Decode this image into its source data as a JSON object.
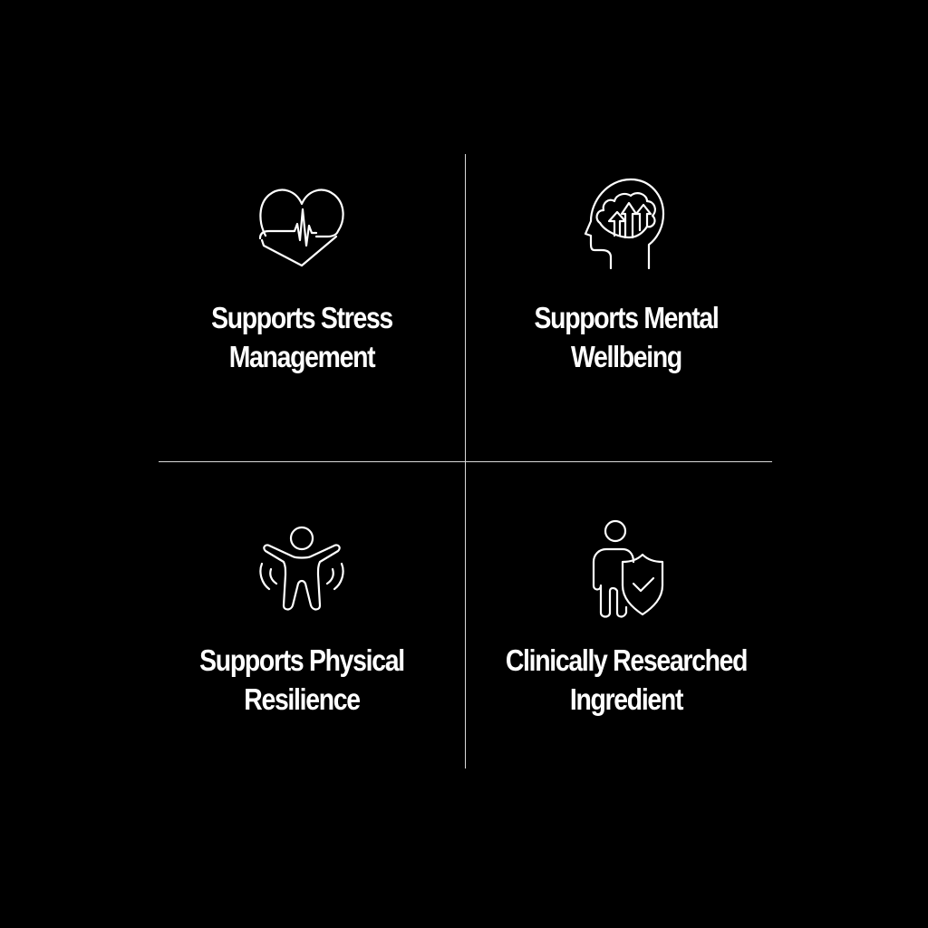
{
  "colors": {
    "background": "#000000",
    "foreground": "#ffffff",
    "divider": "#d9d9d9"
  },
  "features": [
    {
      "icon": "heart-pulse-icon",
      "line1": "Supports Stress",
      "line2": "Management"
    },
    {
      "icon": "head-brain-growth-icon",
      "line1": "Supports Mental",
      "line2": "Wellbeing"
    },
    {
      "icon": "person-resilience-icon",
      "line1": "Supports Physical",
      "line2": "Resilience"
    },
    {
      "icon": "person-shield-check-icon",
      "line1": "Clinically Researched",
      "line2": "Ingredient"
    }
  ]
}
